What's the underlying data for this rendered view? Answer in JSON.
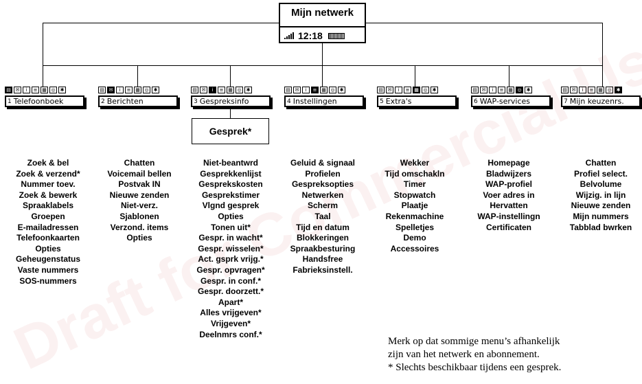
{
  "root": {
    "title": "Mijn netwerk",
    "time": "12:18"
  },
  "menus": [
    {
      "num": "1",
      "label": "Telefoonboek",
      "items": [
        "Zoek & bel",
        "Zoek & verzend*",
        "Nummer toev.",
        "Zoek & bewerk",
        "Spraaklabels",
        "Groepen",
        "E-mailadressen",
        "Telefoonkaarten",
        "Opties",
        "Geheugenstatus",
        "Vaste nummers",
        "SOS-nummers"
      ]
    },
    {
      "num": "2",
      "label": "Berichten",
      "items": [
        "Chatten",
        "Voicemail bellen",
        "Postvak IN",
        "Nieuwe zenden",
        "Niet-verz.",
        "Sjablonen",
        "Verzond. items",
        "Opties"
      ]
    },
    {
      "num": "3",
      "label": "Gespreksinfo",
      "sub": "Gesprek*",
      "items": [
        "Niet-beantwrd",
        "Gesprekkenlijst",
        "Gesprekskosten",
        "Gesprekstimer",
        "Vlgnd gesprek",
        "Opties",
        "Tonen uit*",
        "Gespr. in wacht*",
        "Gespr. wisselen*",
        "Act. gsprk vrijg.*",
        "Gespr. opvragen*",
        "Gespr. in conf.*",
        "Gespr. doorzett.*",
        "Apart*",
        "Alles vrijgeven*",
        "Vrijgeven*",
        "Deelnmrs conf.*"
      ]
    },
    {
      "num": "4",
      "label": "Instellingen",
      "items": [
        "Geluid & signaal",
        "Profielen",
        "Gespreksopties",
        "Netwerken",
        "Scherm",
        "Taal",
        "Tijd en datum",
        "Blokkeringen",
        "Spraakbesturing",
        "Handsfree",
        "Fabrieksinstell."
      ]
    },
    {
      "num": "5",
      "label": "Extra's",
      "items": [
        "Wekker",
        "Tijd omschakln",
        "Timer",
        "Stopwatch",
        "Plaatje",
        "Rekenmachine",
        "Spelletjes",
        "Demo",
        "Accessoires"
      ]
    },
    {
      "num": "6",
      "label": "WAP-services",
      "items": [
        "Homepage",
        "Bladwijzers",
        "WAP-profiel",
        "Voer adres in",
        "Hervatten",
        "WAP-instellingn",
        "Certificaten"
      ]
    },
    {
      "num": "7",
      "label": "Mijn keuzenrs.",
      "items": [
        "Chatten",
        "Profiel select.",
        "Belvolume",
        "Wijzig. in lijn",
        "Nieuwe zenden",
        "Mijn nummers",
        "Tabblad bwrken"
      ]
    }
  ],
  "icons": [
    "book-icon",
    "envelope-icon",
    "info-icon",
    "settings-icon",
    "tools-icon",
    "globe-icon",
    "star-icon"
  ],
  "note": {
    "line1": "Merk op dat sommige menu’s afhankelijk",
    "line2": "zijn van het netwerk en abonnement.",
    "line3": "* Slechts beschikbaar tijdens een gesprek."
  },
  "watermark": "Draft for Commercial Use"
}
